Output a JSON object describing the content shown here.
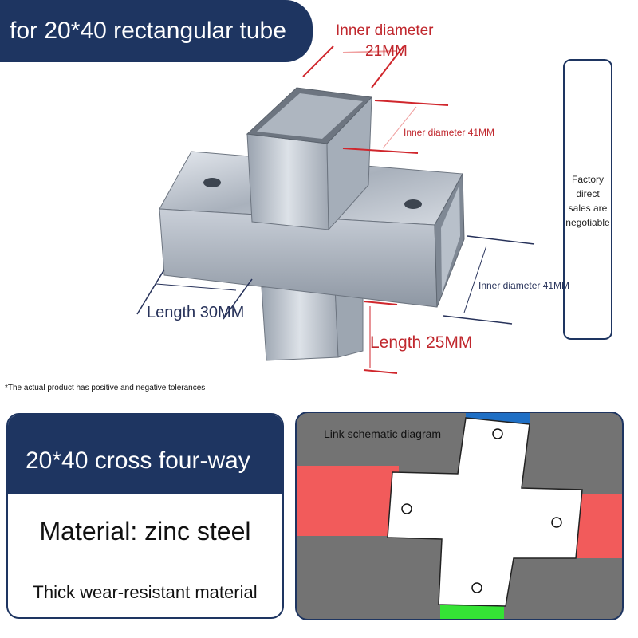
{
  "title_banner": "for 20*40 rectangular tube",
  "dimension_labels": {
    "top_inner_diameter": "Inner diameter",
    "top_inner_size": "21MM",
    "middle_inner_diameter": "Inner diameter 41MM",
    "right_inner_diameter": "Inner diameter 41MM",
    "left_length": "Length 30MM",
    "bottom_length": "Length 25MM"
  },
  "side_note": {
    "lines": [
      "Factory",
      "direct",
      "sales are",
      "negotiable"
    ]
  },
  "tolerance_note": "*The actual product has positive and negative tolerances",
  "info_card": {
    "heading": "20*40 cross four-way",
    "material": "Material: zinc steel",
    "feature": "Thick wear-resistant material"
  },
  "schematic": {
    "title": "Link schematic diagram",
    "colors": {
      "background": "#737373",
      "left_right_tubes": "#f25b5b",
      "top_tube": "#1f6fc5",
      "bottom_tube": "#35e335",
      "fitting": "#ffffff"
    }
  },
  "colors": {
    "navy": "#1e3561",
    "dimension_red": "#c0272d"
  }
}
